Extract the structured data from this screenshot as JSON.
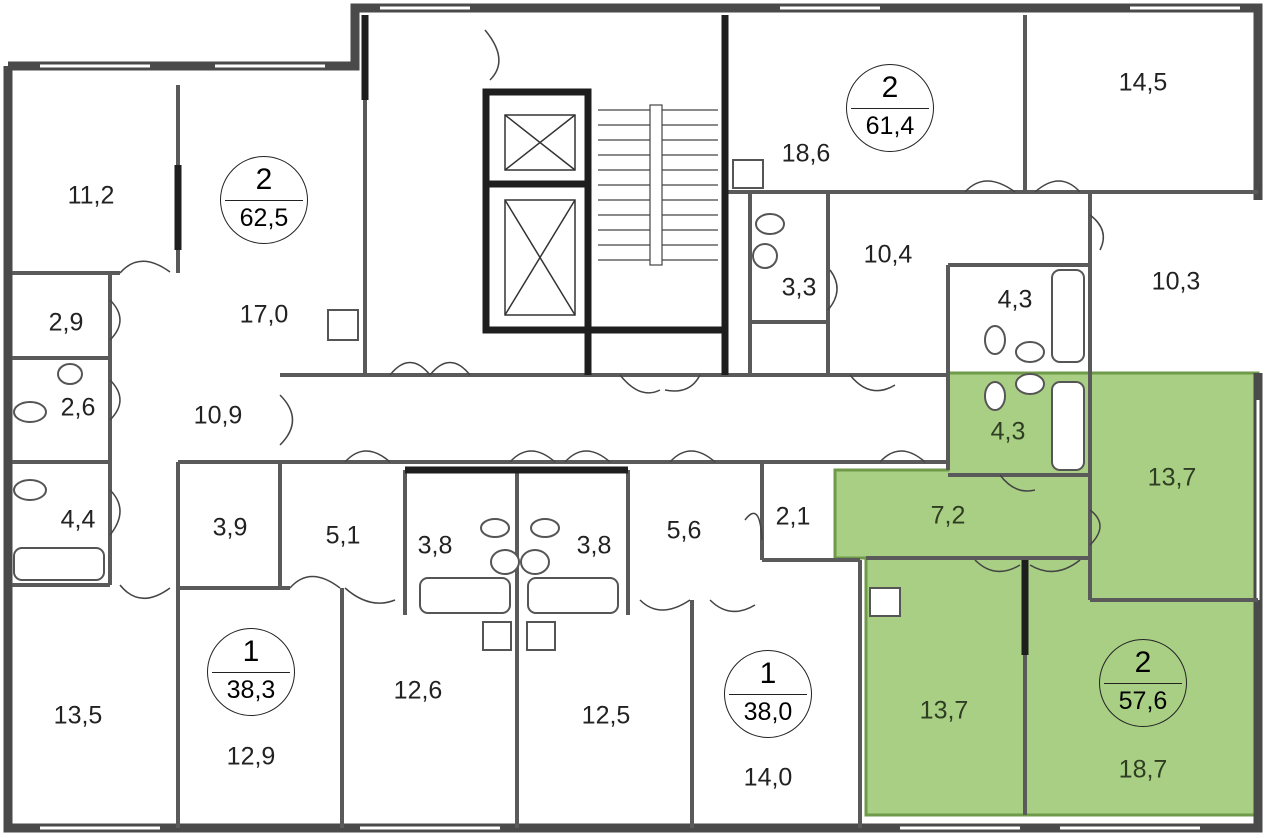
{
  "colors": {
    "wall": "#4a4a4a",
    "thick_wall": "#1e1e1e",
    "highlight": "#a8cf84",
    "highlight_dark": "#6f9a4a",
    "fixture": "#666666"
  },
  "apartments": [
    {
      "id": "apt-a",
      "rooms": "2",
      "area": "62,5"
    },
    {
      "id": "apt-b",
      "rooms": "2",
      "area": "61,4"
    },
    {
      "id": "apt-c",
      "rooms": "1",
      "area": "38,3"
    },
    {
      "id": "apt-d",
      "rooms": "1",
      "area": "38,0"
    },
    {
      "id": "apt-e",
      "rooms": "2",
      "area": "57,6",
      "highlighted": true
    }
  ],
  "rooms": [
    "11,2",
    "17,0",
    "2,9",
    "2,6",
    "10,9",
    "4,4",
    "3,9",
    "5,1",
    "3,8",
    "3,8",
    "5,6",
    "2,1",
    "13,5",
    "12,9",
    "12,6",
    "12,5",
    "14,0",
    "18,6",
    "3,3",
    "10,4",
    "4,3",
    "10,3",
    "14,5",
    "4,3",
    "13,7",
    "7,2",
    "13,7",
    "18,7"
  ]
}
